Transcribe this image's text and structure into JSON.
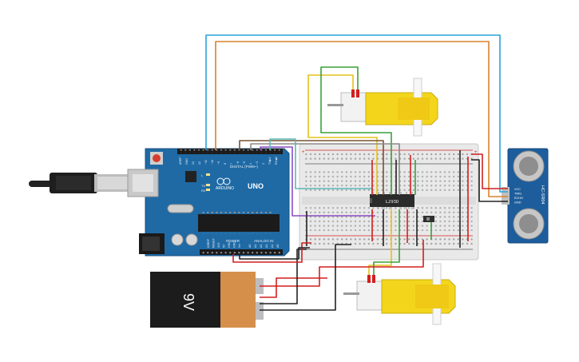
{
  "arduino": {
    "brand": "UNO",
    "logo_text": "ARDUINO",
    "digital_header": "DIGITAL (PWM~)",
    "power_header": "POWER",
    "analog_header": "ANALOG IN",
    "led_tx": "TX",
    "led_rx": "RX",
    "led_l": "L",
    "digital_pins": [
      "AREF",
      "GND",
      "13",
      "12",
      "~11",
      "~10",
      "~9",
      "8",
      "7",
      "~6",
      "~5",
      "4",
      "~3",
      "2",
      "TX▶1",
      "RX◀0"
    ],
    "power_pins": [
      "IOREF",
      "RESET",
      "3V3",
      "5V",
      "GND",
      "GND",
      "Vin"
    ],
    "analog_pins": [
      "A0",
      "A1",
      "A2",
      "A3",
      "A4",
      "A5"
    ]
  },
  "battery": {
    "label": "9V"
  },
  "motor_driver": {
    "label": "L293D"
  },
  "sensor": {
    "model": "HC-SR04",
    "pins": [
      "VCC",
      "TRIG",
      "ECHO",
      "GND"
    ]
  },
  "colors": {
    "wire_red": "#d21f1f",
    "wire_black": "#222222",
    "wire_blue": "#2aa3d8",
    "wire_orange": "#d9822b",
    "wire_green": "#3aa13a",
    "wire_yellow": "#e3c21b",
    "wire_purple": "#8b4cc4",
    "wire_brown": "#7a5230",
    "wire_gray": "#8a8a8a",
    "wire_teal": "#5ab7b7",
    "motor_yellow": "#f3d61c",
    "board_blue": "#1f6aa5",
    "sensor_blue": "#1d5d9c"
  }
}
